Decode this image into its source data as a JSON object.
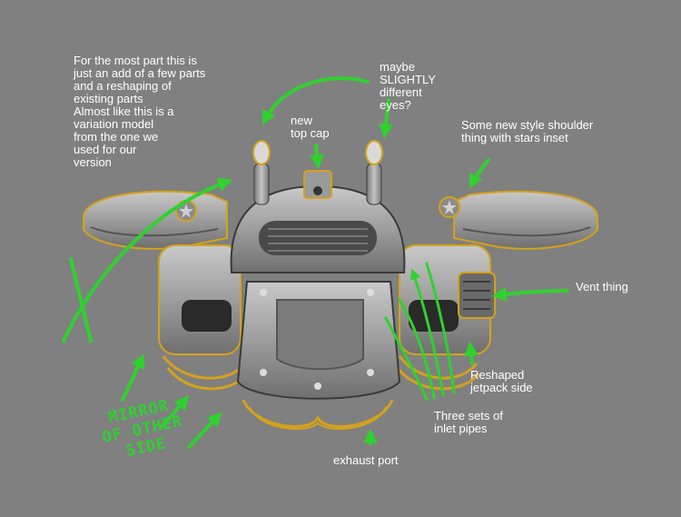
{
  "annotations": {
    "intro": "For the most part this is\njust an add of a few parts\nand a reshaping of\nexisting parts\nAlmost like this is a\nvariation model\nfrom the one we\nused for our\nversion",
    "eyes": "maybe\nSLIGHTLY\ndifferent\neyes?",
    "top_cap": "new\ntop cap",
    "shoulder": "Some new style shoulder\nthing with stars inset",
    "vent": "Vent thing",
    "jetpack": "Reshaped\njetpack side",
    "inlet": "Three sets of\ninlet pipes",
    "exhaust": "exhaust port",
    "mirror": "MIRROR\nOF OTHER\nSIDE"
  },
  "colors": {
    "background": "#808080",
    "annotation_text": "#ffffff",
    "arrow": "#2fd12f",
    "outline_gold": "#d4a21a"
  }
}
